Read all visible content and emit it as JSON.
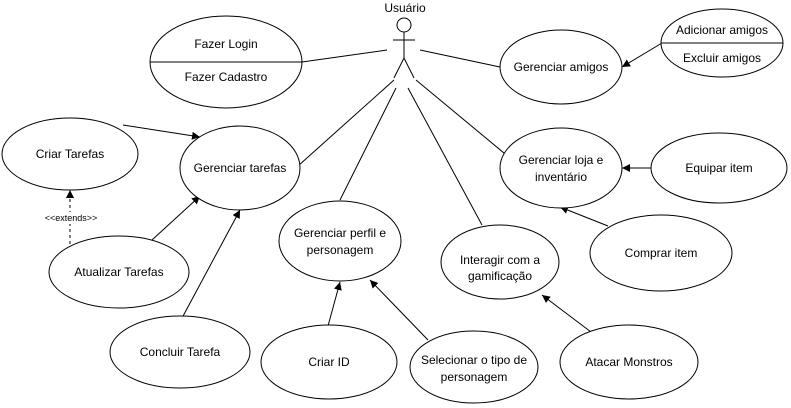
{
  "actor": {
    "label": "Usuário"
  },
  "login_group": {
    "top": "Fazer Login",
    "bottom": "Fazer Cadastro"
  },
  "friends": {
    "main": "Gerenciar amigos",
    "add": "Adicionar amigos",
    "remove": "Excluir amigos"
  },
  "tasks": {
    "main": "Gerenciar tarefas",
    "create": "Criar Tarefas",
    "update": "Atualizar Tarefas",
    "complete": "Concluir Tarefa",
    "extends": "<<extends>>"
  },
  "profile": {
    "main_line1": "Gerenciar perfil e",
    "main_line2": "personagem",
    "create_id": "Criar ID",
    "select_line1": "Selecionar o tipo de",
    "select_line2": "personagem"
  },
  "gamification": {
    "main_line1": "Interagir com a",
    "main_line2": "gamificação",
    "attack": "Atacar Monstros"
  },
  "shop": {
    "main_line1": "Gerenciar loja e",
    "main_line2": "inventário",
    "equip": "Equipar item",
    "buy": "Comprar item"
  }
}
